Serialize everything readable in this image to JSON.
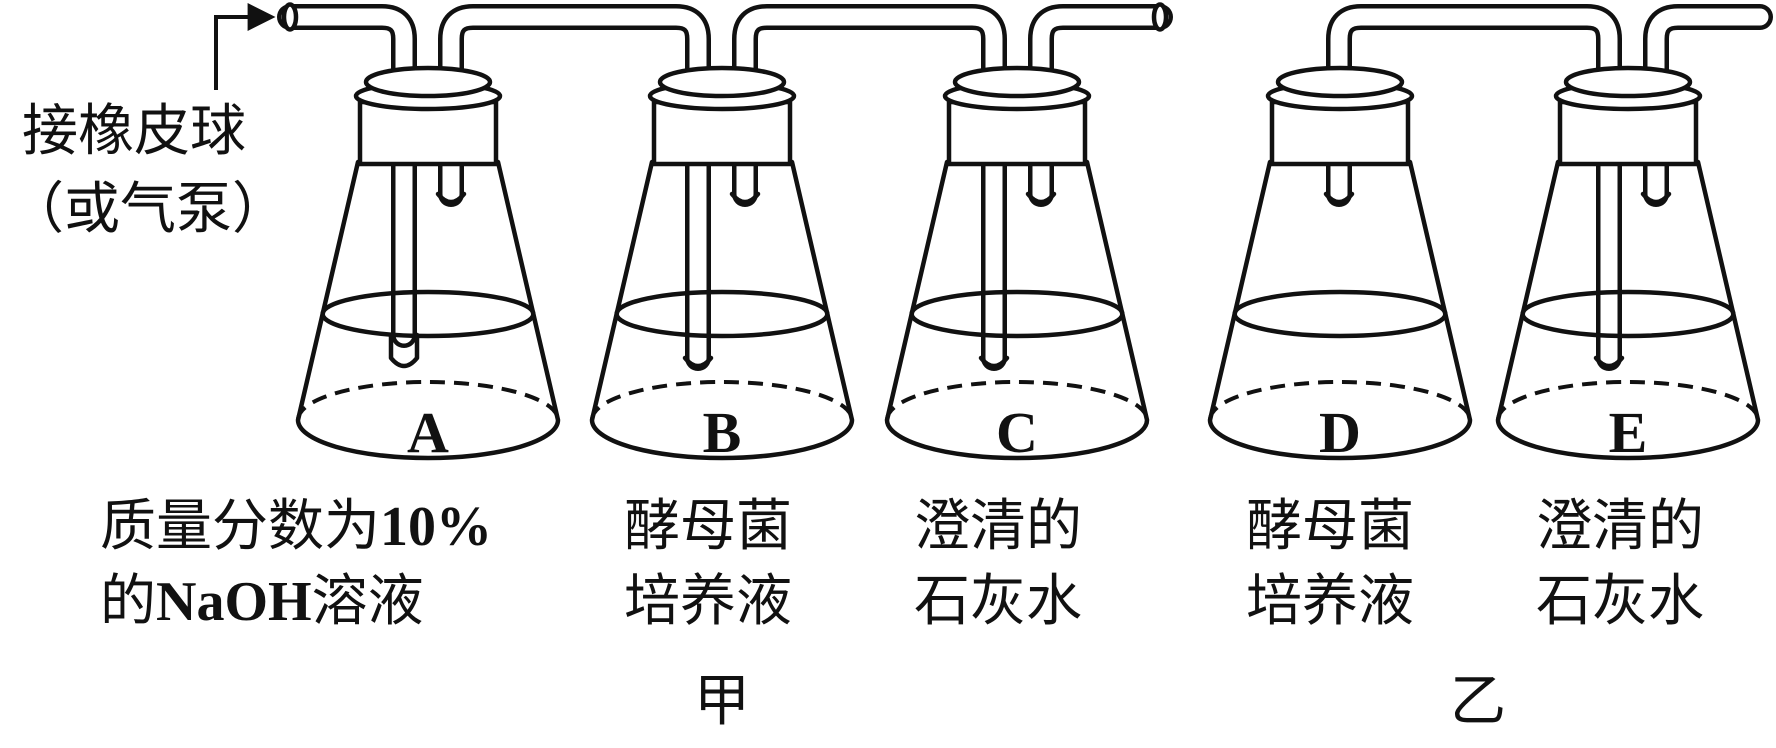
{
  "left_labels": {
    "line1": "接橡皮球",
    "line2": "（或气泵）"
  },
  "flasks": [
    {
      "letter": "A",
      "label_line1": "质量分数为",
      "label_line1_num": "10%",
      "label_line2_pre": "的",
      "label_line2_formula": "NaOH",
      "label_line2_post": "溶液"
    },
    {
      "letter": "B",
      "label_line1": "酵母菌",
      "label_line2": "培养液"
    },
    {
      "letter": "C",
      "label_line1": "澄清的",
      "label_line2": "石灰水"
    },
    {
      "letter": "D",
      "label_line1": "酵母菌",
      "label_line2": "培养液"
    },
    {
      "letter": "E",
      "label_line1": "澄清的",
      "label_line2": "石灰水"
    }
  ],
  "groups": {
    "left": "甲",
    "right": "乙"
  }
}
